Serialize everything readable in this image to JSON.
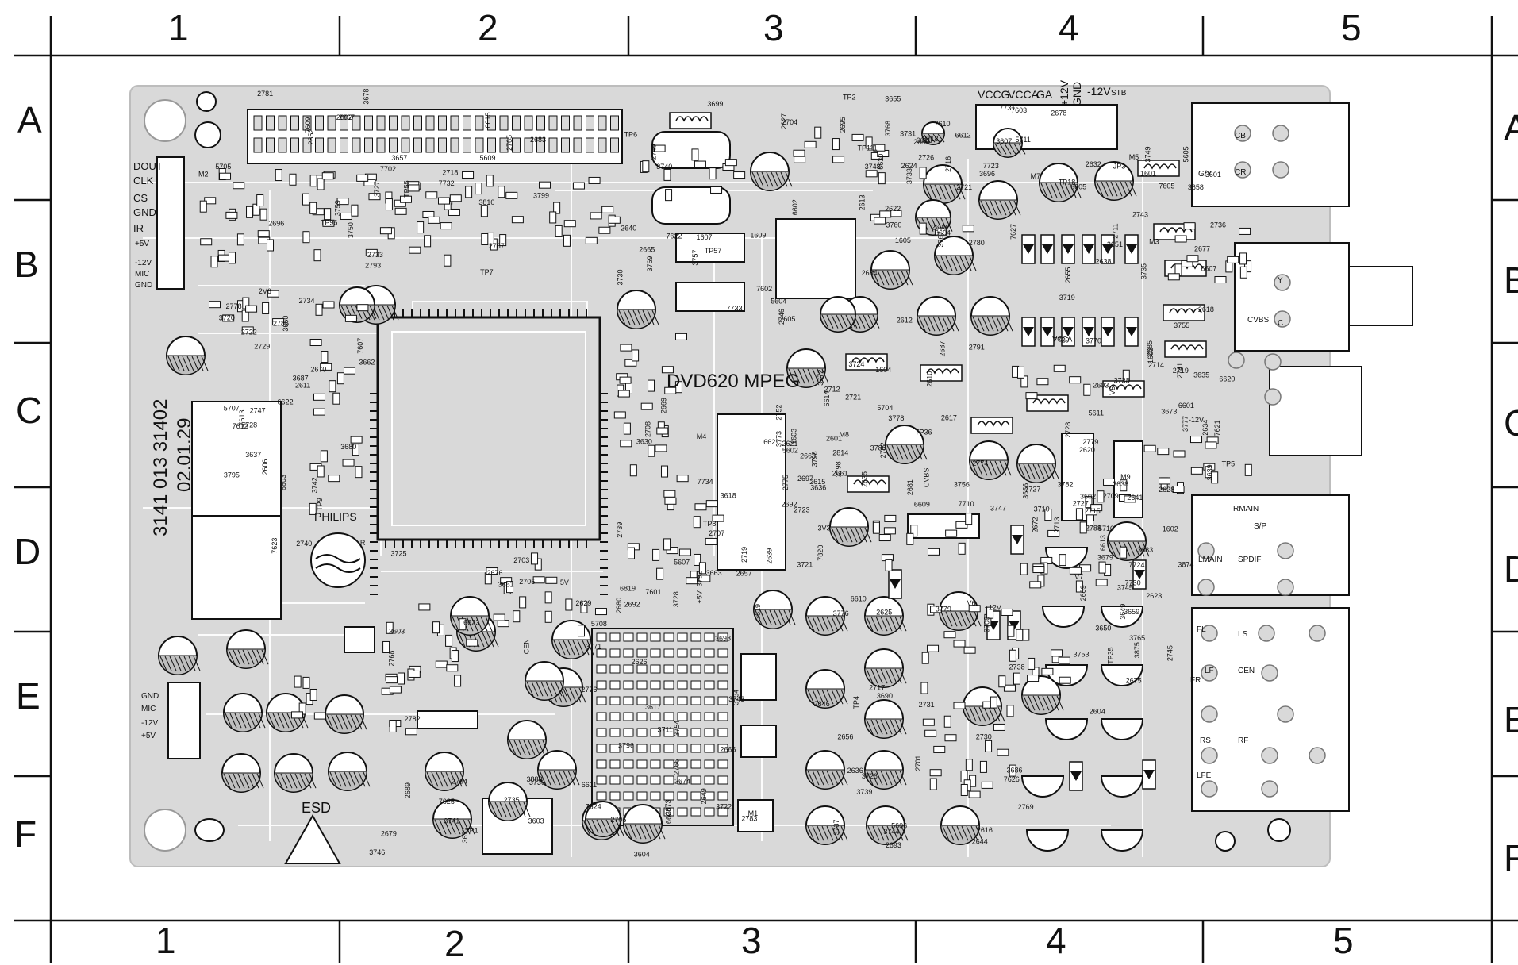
{
  "grid": {
    "columns": [
      "1",
      "2",
      "3",
      "4",
      "5"
    ],
    "rows": [
      "A",
      "B",
      "C",
      "D",
      "E",
      "F"
    ]
  },
  "board": {
    "title": "DVD620 MPEG",
    "part_number": "3141 013 31402",
    "date": "02.01.29",
    "brand": "PHILIPS",
    "esd": "ESD"
  },
  "connectors": {
    "left_top_pins": [
      "DOUT",
      "CLK",
      "CS",
      "GND",
      "IR",
      "+5V",
      "-12V",
      "MIC",
      "GND"
    ],
    "left_bottom_pins": [
      "GND",
      "MIC",
      "-12V",
      "+5V"
    ],
    "top_supply": [
      "VCCG",
      "VCCA",
      "GA",
      "+12V",
      "GND",
      "-12V",
      "STB"
    ],
    "jack_labels": [
      "CB",
      "CR",
      "G/Y",
      "Y",
      "CVBS",
      "C",
      "RMAIN",
      "S/P",
      "LMAIN",
      "SPDIF",
      "LS",
      "FL",
      "LF",
      "CEN",
      "FR",
      "RS",
      "RF",
      "LFE"
    ]
  },
  "component_labels": [
    {
      "t": "M2"
    },
    {
      "t": "1609"
    },
    {
      "t": "3655"
    },
    {
      "t": "3658"
    },
    {
      "t": "3661"
    },
    {
      "t": "3663"
    },
    {
      "t": "3776"
    },
    {
      "t": "3656"
    },
    {
      "t": "3659"
    },
    {
      "t": "3662"
    },
    {
      "t": "3773"
    },
    {
      "t": "3772"
    },
    {
      "t": "2765"
    },
    {
      "t": "3769"
    },
    {
      "t": "3768"
    },
    {
      "t": "3770"
    },
    {
      "t": "3771"
    },
    {
      "t": "2766"
    },
    {
      "t": "2846"
    },
    {
      "t": "2628"
    },
    {
      "t": "2623"
    },
    {
      "t": "IR"
    },
    {
      "t": "1603"
    },
    {
      "t": "M8"
    },
    {
      "t": "2767"
    },
    {
      "t": "7602"
    },
    {
      "t": "2658"
    },
    {
      "t": "JP3"
    },
    {
      "t": "3603"
    },
    {
      "t": "3604"
    },
    {
      "t": "2616"
    },
    {
      "t": "2641"
    },
    {
      "t": "2609"
    },
    {
      "t": "3637"
    },
    {
      "t": "3636"
    },
    {
      "t": "2617"
    },
    {
      "t": "TP55"
    },
    {
      "t": "TP57"
    },
    {
      "t": "M7"
    },
    {
      "t": "7605"
    },
    {
      "t": "7625"
    },
    {
      "t": "7601"
    },
    {
      "t": "3686"
    },
    {
      "t": "3639"
    },
    {
      "t": "3638"
    },
    {
      "t": "7612"
    },
    {
      "t": "2775"
    },
    {
      "t": "2774"
    },
    {
      "t": "2683"
    },
    {
      "t": "2684"
    },
    {
      "t": "3694"
    },
    {
      "t": "2685"
    },
    {
      "t": "3677"
    },
    {
      "t": "2674"
    },
    {
      "t": "2656"
    },
    {
      "t": "3673"
    },
    {
      "t": "1602"
    },
    {
      "t": "2670"
    },
    {
      "t": "2669"
    },
    {
      "t": "5704"
    },
    {
      "t": "5705"
    },
    {
      "t": "2612"
    },
    {
      "t": "2613"
    },
    {
      "t": "M3"
    },
    {
      "t": "2776"
    },
    {
      "t": "2673"
    },
    {
      "t": "3690"
    },
    {
      "t": "2672"
    },
    {
      "t": "2675"
    },
    {
      "t": "3687"
    },
    {
      "t": "2692"
    },
    {
      "t": "2814"
    },
    {
      "t": "2667"
    },
    {
      "t": "2665"
    },
    {
      "t": "7610"
    },
    {
      "t": "M5"
    },
    {
      "t": "3888"
    },
    {
      "t": "2666"
    },
    {
      "t": "2693"
    },
    {
      "t": "2788"
    },
    {
      "t": "3683"
    },
    {
      "t": "2786"
    },
    {
      "t": "2798"
    },
    {
      "t": "2791"
    },
    {
      "t": "7609"
    },
    {
      "t": "3699"
    },
    {
      "t": "3696"
    },
    {
      "t": "2743"
    },
    {
      "t": "3741"
    },
    {
      "t": "3698"
    },
    {
      "t": "2769"
    },
    {
      "t": "2741"
    },
    {
      "t": "3679"
    },
    {
      "t": "3680"
    },
    {
      "t": "2719"
    },
    {
      "t": "3778"
    },
    {
      "t": "3810"
    },
    {
      "t": "2746"
    },
    {
      "t": "3607"
    },
    {
      "t": "3601"
    },
    {
      "t": "3603"
    },
    {
      "t": "3619"
    },
    {
      "t": "2644"
    },
    {
      "t": "5611"
    },
    {
      "t": "3875"
    },
    {
      "t": "5707"
    },
    {
      "t": "3618"
    },
    {
      "t": "2610"
    },
    {
      "t": "3759"
    },
    {
      "t": "3760"
    },
    {
      "t": "7603"
    },
    {
      "t": "2651"
    },
    {
      "t": "5708"
    },
    {
      "t": "2657"
    },
    {
      "t": "3779"
    },
    {
      "t": "3777"
    },
    {
      "t": "3874"
    },
    {
      "t": "7607"
    },
    {
      "t": "2661"
    },
    {
      "t": "2663"
    },
    {
      "t": "3678"
    },
    {
      "t": "3767"
    },
    {
      "t": "7627"
    },
    {
      "t": "1601"
    },
    {
      "t": "2676"
    },
    {
      "t": "2692"
    },
    {
      "t": "3708"
    },
    {
      "t": "3710"
    },
    {
      "t": "M9"
    },
    {
      "t": "7613"
    },
    {
      "t": "M4"
    },
    {
      "t": "2697"
    },
    {
      "t": "2696"
    },
    {
      "t": "2695"
    },
    {
      "t": "2678"
    },
    {
      "t": "2677"
    },
    {
      "t": "2679"
    },
    {
      "t": "3711"
    },
    {
      "t": "V6"
    },
    {
      "t": "V5"
    },
    {
      "t": "V7"
    },
    {
      "t": "2611"
    },
    {
      "t": "2615"
    },
    {
      "t": "2687"
    },
    {
      "t": "2V6"
    },
    {
      "t": "2640"
    },
    {
      "t": "6630"
    },
    {
      "t": "2632"
    },
    {
      "t": "2768"
    },
    {
      "t": "3792"
    },
    {
      "t": "2738"
    },
    {
      "t": "3635"
    },
    {
      "t": "2745"
    },
    {
      "t": "2747"
    },
    {
      "t": "2621"
    },
    {
      "t": "2635"
    },
    {
      "t": "TP96"
    },
    {
      "t": "TP2"
    },
    {
      "t": "5711"
    },
    {
      "t": "TP18"
    },
    {
      "t": "TP1"
    },
    {
      "t": "3617"
    },
    {
      "t": "7626"
    },
    {
      "t": "2620"
    },
    {
      "t": "3782"
    },
    {
      "t": "3795"
    },
    {
      "t": "2639"
    },
    {
      "t": "3798"
    },
    {
      "t": "3799"
    },
    {
      "t": "2627"
    },
    {
      "t": "2698"
    },
    {
      "t": "2618"
    },
    {
      "t": "2629"
    },
    {
      "t": "2626"
    },
    {
      "t": "2625"
    },
    {
      "t": "2634"
    },
    {
      "t": "5710"
    },
    {
      "t": "3660"
    },
    {
      "t": "3V3"
    },
    {
      "t": "3780"
    },
    {
      "t": "3657"
    },
    {
      "t": "2749"
    },
    {
      "t": "2622"
    },
    {
      "t": "2638"
    },
    {
      "t": "2689"
    },
    {
      "t": "3796"
    },
    {
      "t": "2636"
    },
    {
      "t": "2728"
    },
    {
      "t": "3650"
    },
    {
      "t": "2734"
    },
    {
      "t": "2752"
    },
    {
      "t": "2712"
    },
    {
      "t": "2718"
    },
    {
      "t": "3730"
    },
    {
      "t": "3733"
    },
    {
      "t": "2711"
    },
    {
      "t": "2735"
    },
    {
      "t": "2706"
    },
    {
      "t": "2731"
    },
    {
      "t": "7621"
    },
    {
      "t": "2727"
    },
    {
      "t": "2729"
    },
    {
      "t": "2723"
    },
    {
      "t": "3724"
    },
    {
      "t": "2733"
    },
    {
      "t": "7622"
    },
    {
      "t": "2726"
    },
    {
      "t": "2736"
    },
    {
      "t": "2705"
    },
    {
      "t": "3734"
    },
    {
      "t": "2730"
    },
    {
      "t": "2713"
    },
    {
      "t": "3649"
    },
    {
      "t": "7623"
    },
    {
      "t": "2707"
    },
    {
      "t": "2702"
    },
    {
      "t": "2793"
    },
    {
      "t": "2704"
    },
    {
      "t": "3718"
    },
    {
      "t": "3719"
    },
    {
      "t": "2703"
    },
    {
      "t": "6819"
    },
    {
      "t": "3721"
    },
    {
      "t": "2709"
    },
    {
      "t": "3753"
    },
    {
      "t": "3720"
    },
    {
      "t": "2708"
    },
    {
      "t": "3756"
    },
    {
      "t": "3727"
    },
    {
      "t": "3731"
    },
    {
      "t": "2716"
    },
    {
      "t": "3755"
    },
    {
      "t": "3725"
    },
    {
      "t": "3722"
    },
    {
      "t": "2701"
    },
    {
      "t": "2779"
    },
    {
      "t": "3602"
    },
    {
      "t": "2740"
    },
    {
      "t": "5602"
    },
    {
      "t": "CVBS"
    },
    {
      "t": "5609"
    },
    {
      "t": "2605"
    },
    {
      "t": "2624"
    },
    {
      "t": "2655"
    },
    {
      "t": "7624"
    },
    {
      "t": "2649"
    },
    {
      "t": "3739"
    },
    {
      "t": "2719"
    },
    {
      "t": "3765"
    },
    {
      "t": "3742"
    },
    {
      "t": "2739"
    },
    {
      "t": "2681"
    },
    {
      "t": "7702"
    },
    {
      "t": "3740"
    },
    {
      "t": "6618"
    },
    {
      "t": "7729"
    },
    {
      "t": "3746"
    },
    {
      "t": "3743"
    },
    {
      "t": "3744"
    },
    {
      "t": "3738"
    },
    {
      "t": "3745"
    },
    {
      "t": "6622"
    },
    {
      "t": "6621"
    },
    {
      "t": "3747"
    },
    {
      "t": "3750"
    },
    {
      "t": "3748"
    },
    {
      "t": "7731"
    },
    {
      "t": "3735"
    },
    {
      "t": "3736"
    },
    {
      "t": "3754"
    },
    {
      "t": "3726"
    },
    {
      "t": "2714"
    },
    {
      "t": "2715"
    },
    {
      "t": "2722"
    },
    {
      "t": "3630"
    },
    {
      "t": "2721"
    },
    {
      "t": "7732"
    },
    {
      "t": "7733"
    },
    {
      "t": "7723"
    },
    {
      "t": "6605"
    },
    {
      "t": "6623"
    },
    {
      "t": "3728"
    },
    {
      "t": "3737"
    },
    {
      "t": "7727"
    },
    {
      "t": "7724"
    },
    {
      "t": "7728"
    },
    {
      "t": "7734"
    },
    {
      "t": "7710"
    },
    {
      "t": "2852"
    },
    {
      "t": "3757"
    },
    {
      "t": "2721"
    },
    {
      "t": "3749"
    },
    {
      "t": "2764"
    },
    {
      "t": "2680"
    },
    {
      "t": "2717"
    },
    {
      "t": "6620"
    },
    {
      "t": "7730"
    },
    {
      "t": "2778"
    },
    {
      "t": "7820"
    },
    {
      "t": "1604"
    },
    {
      "t": "2781"
    },
    {
      "t": "5604"
    },
    {
      "t": "2780"
    },
    {
      "t": "5605"
    },
    {
      "t": "2782"
    },
    {
      "t": "2783"
    },
    {
      "t": "5606"
    },
    {
      "t": "2603"
    },
    {
      "t": "2604"
    },
    {
      "t": "2606"
    },
    {
      "t": "5607"
    },
    {
      "t": "2601"
    },
    {
      "t": "2602"
    },
    {
      "t": "1607"
    },
    {
      "t": "6612"
    },
    {
      "t": "6607"
    },
    {
      "t": "6611"
    },
    {
      "t": "6608"
    },
    {
      "t": "6610"
    },
    {
      "t": "6601"
    },
    {
      "t": "6613"
    },
    {
      "t": "6603"
    },
    {
      "t": "6614"
    },
    {
      "t": "6609"
    },
    {
      "t": "6615"
    },
    {
      "t": "6602"
    },
    {
      "t": "1605"
    },
    {
      "t": "1603"
    },
    {
      "t": "CEN"
    },
    {
      "t": "M1"
    },
    {
      "t": "TP4"
    },
    {
      "t": "TP5"
    },
    {
      "t": "TP35"
    },
    {
      "t": "TP9"
    },
    {
      "t": "TP8"
    },
    {
      "t": "TP36"
    },
    {
      "t": "TP7"
    },
    {
      "t": "TP6"
    },
    {
      "t": "TP111"
    },
    {
      "t": "VCCA"
    },
    {
      "t": "5V"
    },
    {
      "t": "+5V"
    },
    {
      "t": "+12V"
    },
    {
      "t": "-12V"
    }
  ],
  "colors": {
    "board": "#d9d9d9",
    "board_edge": "#cfcfcf",
    "ink": "#111111",
    "trace": "#ffffff",
    "frame": "#111111"
  }
}
